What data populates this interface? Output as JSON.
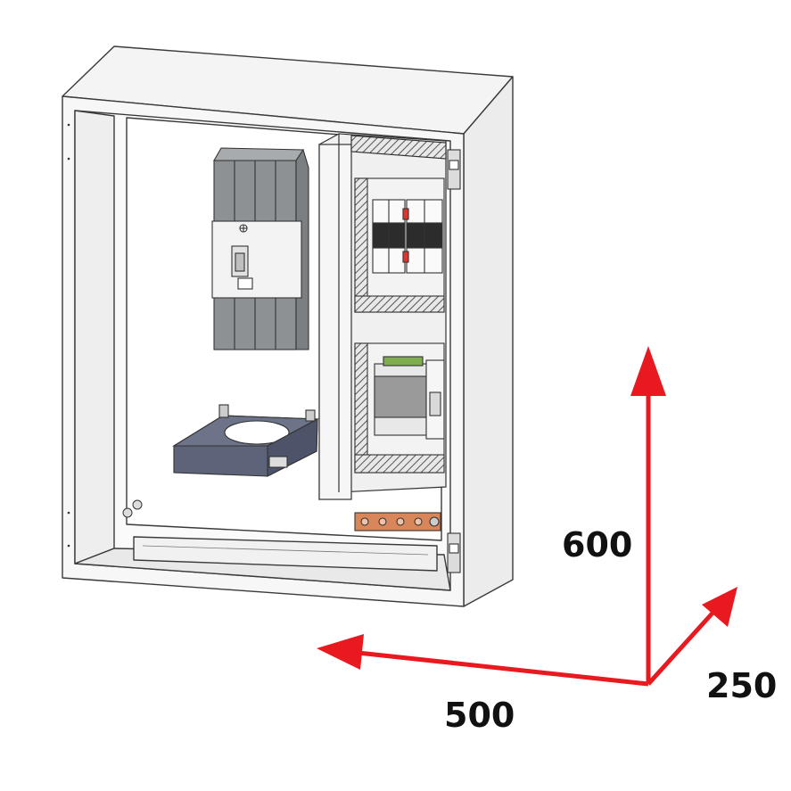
{
  "dimensions": {
    "height": "600",
    "width": "500",
    "depth": "250"
  },
  "colors": {
    "arrow": "#e8191f",
    "outline": "#3a3a3a",
    "enclosure": "#f2f2f2",
    "breaker": "#8d9194",
    "transformer": "#5d6378",
    "busbar": "#d9875a"
  },
  "components": [
    "enclosure-body",
    "open-door",
    "mounting-plate",
    "molded-case-circuit-breaker",
    "current-transformer",
    "din-rail-fuse-holders",
    "din-rail-relay-module",
    "wiring-ducts",
    "earth-busbar",
    "door-hinges"
  ]
}
